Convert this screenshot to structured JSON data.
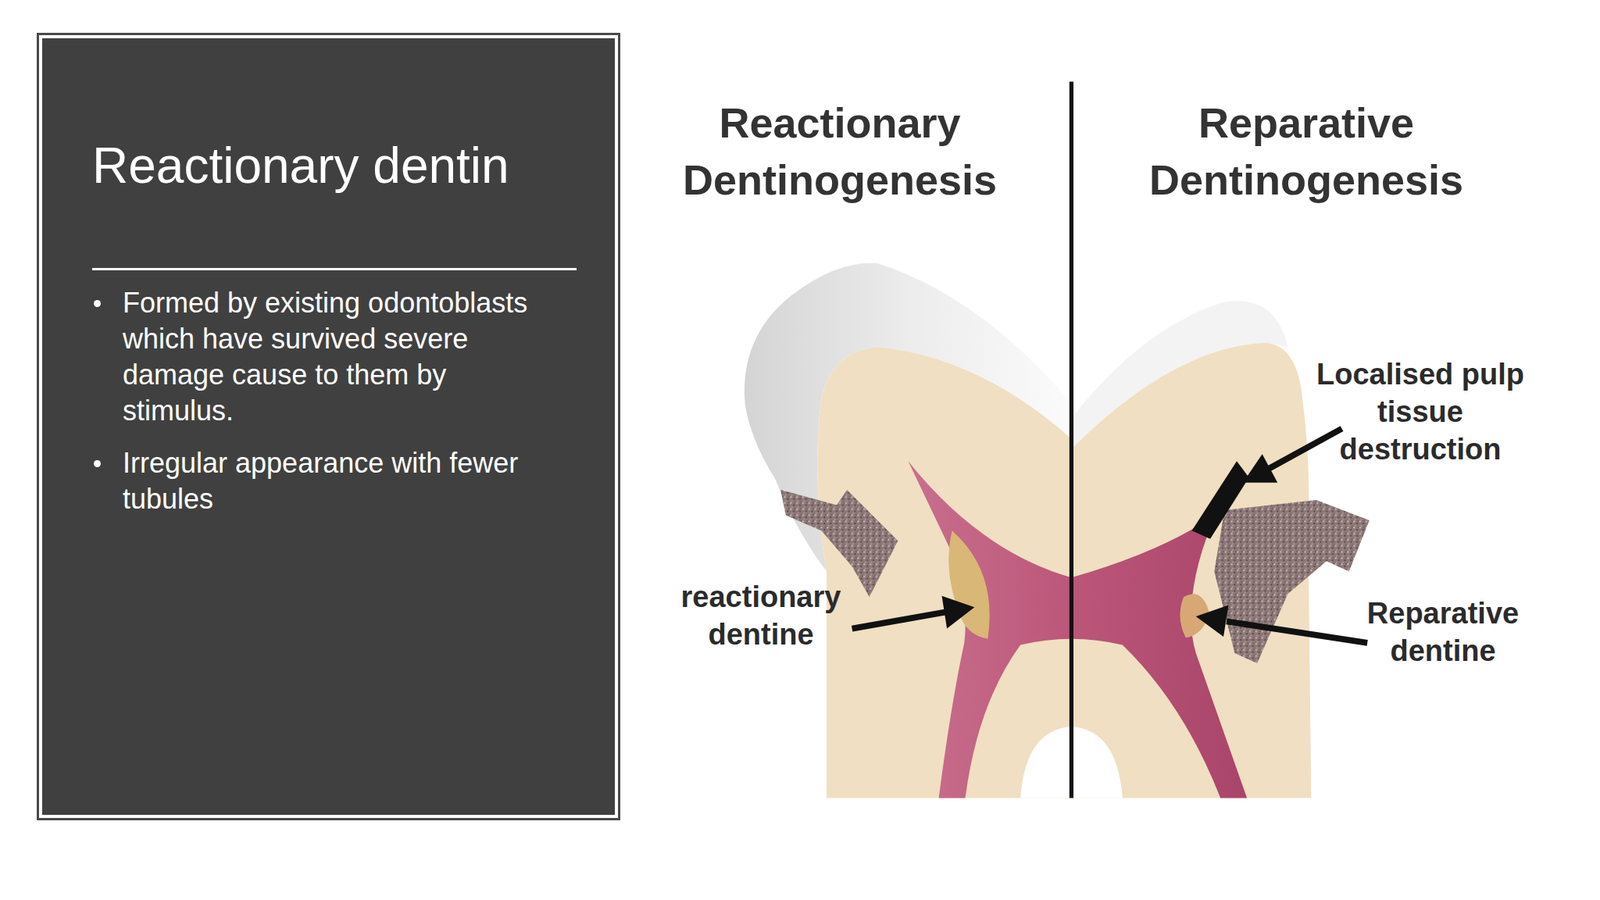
{
  "diagram": {
    "title": "Reactionary dentin",
    "nodes": [
      {
        "text": [
          "Formed by existing odontoblasts which have survived severe damage cause to them by stimulus.",
          "Irregular appearance with fewer tubules"
        ]
      }
    ],
    "labels": [
      "Reactionary Dentinogenesis",
      "Reparative Dentinogenesis",
      "Localised pulp tissue destruction",
      "reactionary dentine",
      "Reparative dentine"
    ]
  }
}
